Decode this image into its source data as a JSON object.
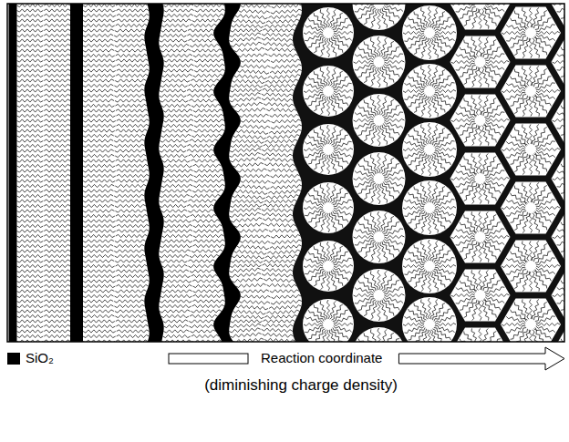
{
  "diagram": {
    "labels": [
      "Reaction coordinate",
      "(diminishing charge density)"
    ],
    "legend": [
      {
        "text": "SiO₂",
        "color": "#000000"
      }
    ]
  }
}
